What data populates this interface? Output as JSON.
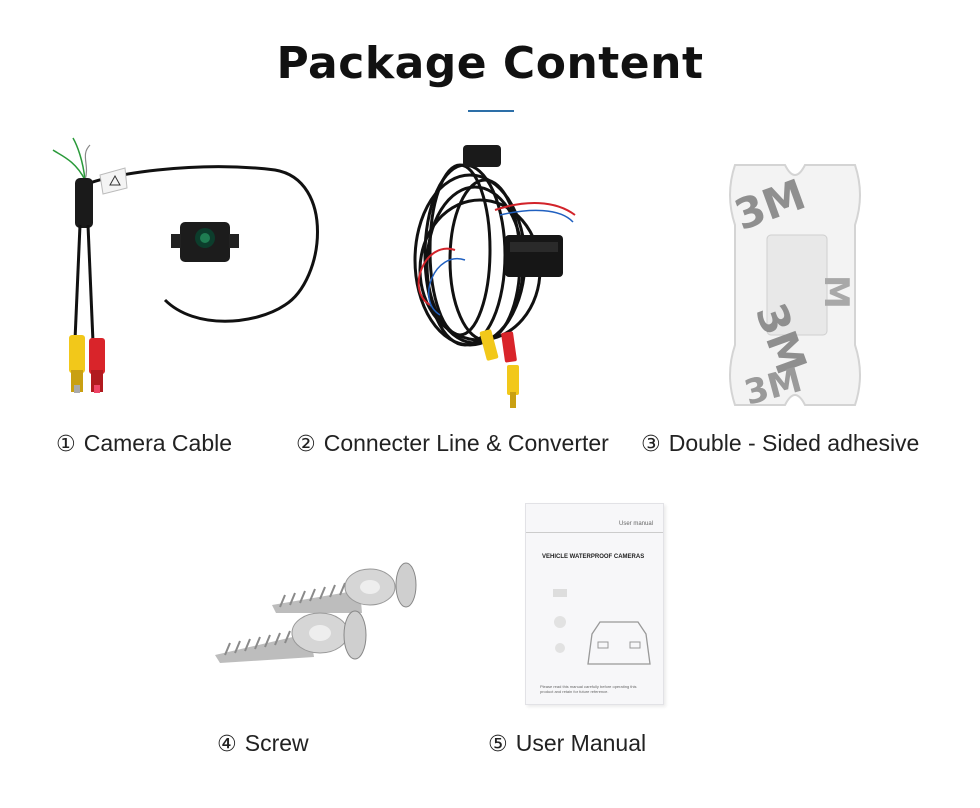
{
  "title": "Package Content",
  "items": [
    {
      "number": "①",
      "label": "Camera Cable",
      "icon": "camera-cable-icon"
    },
    {
      "number": "②",
      "label": "Connecter Line & Converter",
      "icon": "connecter-line-icon"
    },
    {
      "number": "③",
      "label": "Double - Sided adhesive",
      "icon": "adhesive-pad-icon"
    },
    {
      "number": "④",
      "label": "Screw",
      "icon": "screw-icon"
    },
    {
      "number": "⑤",
      "label": "User Manual",
      "icon": "user-manual-icon"
    }
  ],
  "manual": {
    "header": "User manual",
    "heading": "VEHICLE WATERPROOF CAMERAS",
    "footer": "Please read this manual carefully before operating this product and retain for future reference."
  },
  "colors": {
    "accent": "#2d6fa8"
  }
}
